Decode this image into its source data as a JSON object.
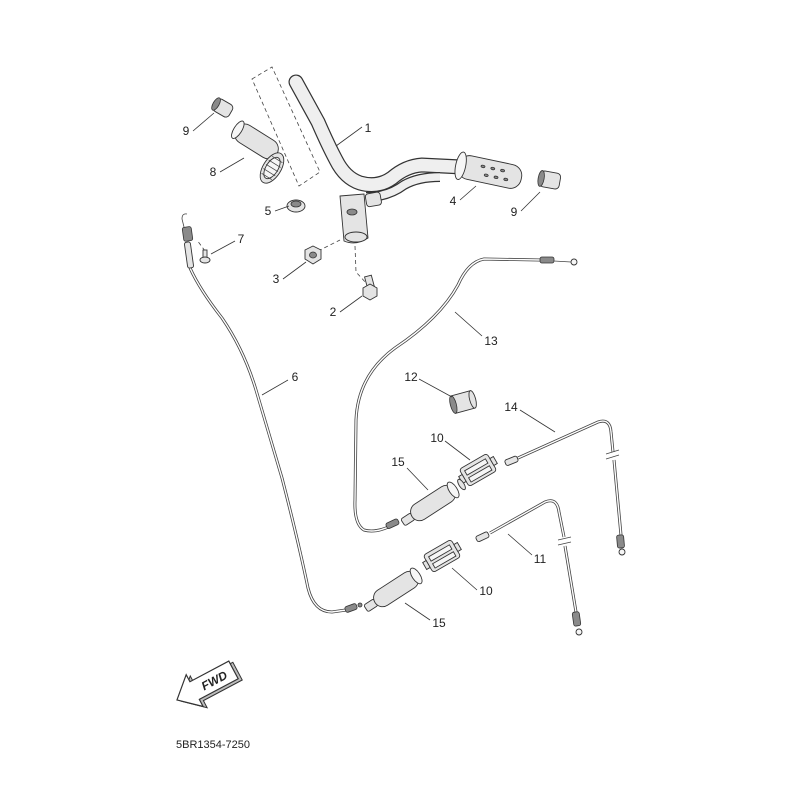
{
  "callouts": [
    "1",
    "9",
    "8",
    "5",
    "7",
    "3",
    "2",
    "4",
    "9",
    "13",
    "6",
    "12",
    "14",
    "10",
    "15",
    "11",
    "10",
    "15"
  ],
  "arrow_label": "FWD",
  "diagram_code": "5BR1354-7250"
}
